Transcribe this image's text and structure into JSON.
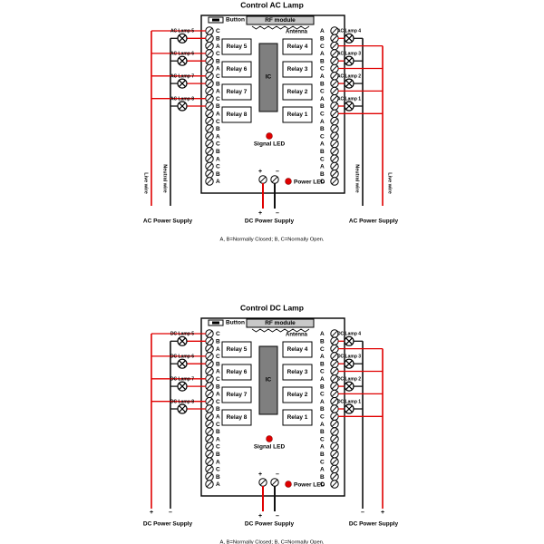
{
  "colors": {
    "live": "#e00000",
    "neutral": "#111111",
    "board": "#ffffff",
    "terminal": "#d9d9d9",
    "ic": "#7f7f7f",
    "rfmodule": "#c8c8c8",
    "led": "#e00000"
  },
  "diagrams": [
    {
      "title": "Control AC Lamp",
      "button_label": "Button",
      "rf_module_label": "RF module",
      "antenna_label": "Antenna",
      "ic_label": "IC",
      "signal_led_label": "Signal LED",
      "power_led_label": "Power LED",
      "relays_left": [
        "Relay 5",
        "Relay 6",
        "Relay 7",
        "Relay 8"
      ],
      "relays_right": [
        "Relay 4",
        "Relay 3",
        "Relay 2",
        "Relay 1"
      ],
      "lamps_left": [
        "AC Lamp 5",
        "AC Lamp 6",
        "AC Lamp 7",
        "AC Lamp 8"
      ],
      "lamps_right": [
        "AC Lamp 4",
        "AC Lamp 3",
        "AC Lamp 2",
        "AC Lamp 1"
      ],
      "terminal_letters_left": [
        "C",
        "B",
        "A",
        "C",
        "B",
        "A",
        "C",
        "B",
        "A",
        "C",
        "B",
        "A",
        "C",
        "B",
        "A",
        "C",
        "B",
        "A",
        "C",
        "B",
        "A"
      ],
      "terminal_letters_right": [
        "A",
        "B",
        "C",
        "A",
        "B",
        "C",
        "A",
        "B",
        "C",
        "A",
        "B",
        "C",
        "A",
        "B",
        "C",
        "A",
        "B",
        "C",
        "A",
        "B",
        "C"
      ],
      "left_supply_label": "AC Power Supply",
      "right_supply_label": "AC Power Supply",
      "center_supply_label": "DC Power Supply",
      "left_wire_labels": [
        "Live wire",
        "Neutral wire"
      ],
      "right_wire_labels": [
        "Neutral wire",
        "Live wire"
      ],
      "left_supply_signs": [
        "",
        ""
      ],
      "right_supply_signs": [
        "",
        ""
      ],
      "center_supply_signs": [
        "+",
        "–"
      ],
      "dc_terminal_signs": [
        "+",
        "–"
      ],
      "footnote": "A, B=Normally Closed; B, C=Normally Open."
    },
    {
      "title": "Control DC Lamp",
      "button_label": "Button",
      "rf_module_label": "RF module",
      "antenna_label": "Antenna",
      "ic_label": "IC",
      "signal_led_label": "Signal LED",
      "power_led_label": "Power LED",
      "relays_left": [
        "Relay 5",
        "Relay 6",
        "Relay 7",
        "Relay 8"
      ],
      "relays_right": [
        "Relay 4",
        "Relay 3",
        "Relay 2",
        "Relay 1"
      ],
      "lamps_left": [
        "DC Lamp 5",
        "DC Lamp 6",
        "DC Lamp 7",
        "DC Lamp 8"
      ],
      "lamps_right": [
        "DC Lamp 4",
        "DC Lamp 3",
        "DC Lamp 2",
        "DC Lamp 1"
      ],
      "terminal_letters_left": [
        "C",
        "B",
        "A",
        "C",
        "B",
        "A",
        "C",
        "B",
        "A",
        "C",
        "B",
        "A",
        "C",
        "B",
        "A",
        "C",
        "B",
        "A",
        "C",
        "B",
        "A"
      ],
      "terminal_letters_right": [
        "A",
        "B",
        "C",
        "A",
        "B",
        "C",
        "A",
        "B",
        "C",
        "A",
        "B",
        "C",
        "A",
        "B",
        "C",
        "A",
        "B",
        "C",
        "A",
        "B",
        "C"
      ],
      "left_supply_label": "DC Power Supply",
      "right_supply_label": "DC Power Supply",
      "center_supply_label": "DC Power Supply",
      "left_wire_labels": [
        "",
        ""
      ],
      "right_wire_labels": [
        "",
        ""
      ],
      "left_supply_signs": [
        "+",
        "–"
      ],
      "right_supply_signs": [
        "–",
        "+"
      ],
      "center_supply_signs": [
        "+",
        "–"
      ],
      "dc_terminal_signs": [
        "+",
        "–"
      ],
      "footnote": "A, B=Normally Closed; B, C=Normally Open."
    }
  ]
}
